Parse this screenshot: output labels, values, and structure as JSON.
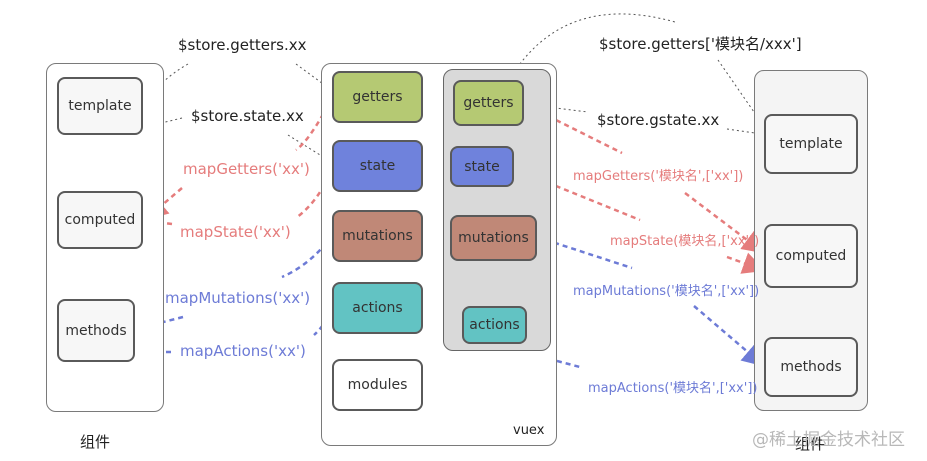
{
  "left_component": {
    "caption": "组件",
    "boxes": {
      "template": "template",
      "computed": "computed",
      "methods": "methods"
    }
  },
  "right_component": {
    "caption": "组件",
    "boxes": {
      "template": "template",
      "computed": "computed",
      "methods": "methods"
    }
  },
  "vuex": {
    "label": "vuex",
    "root": {
      "getters": "getters",
      "state": "state",
      "mutations": "mutations",
      "actions": "actions",
      "modules": "modules"
    },
    "module": {
      "getters": "getters",
      "state": "state",
      "mutations": "mutations",
      "actions": "actions"
    }
  },
  "colors": {
    "getters": "#b5c973",
    "state": "#6f82dc",
    "mutations": "#c08877",
    "actions": "#62c3c3",
    "red_arrow": "#e57c7c",
    "blue_arrow": "#6d7bd6",
    "gray_arrow": "#555555"
  },
  "labels_left": {
    "store_getters": "$store.getters.xx",
    "store_state": "$store.state.xx",
    "map_getters": "mapGetters('xx')",
    "map_state": "mapState('xx')",
    "map_mutations": "mapMutations('xx')",
    "map_actions": "mapActions('xx')"
  },
  "labels_right": {
    "store_getters": "$store.getters['模块名/xxx']",
    "store_state": "$store.gstate.xx",
    "map_getters": "mapGetters('模块名',['xx'])",
    "map_state": "mapState(模块名,['xx'])",
    "map_mutations": "mapMutations('模块名',['xx'])",
    "map_actions": "mapActions('模块名',['xx'])"
  },
  "watermark": "@稀土掘金技术社区"
}
